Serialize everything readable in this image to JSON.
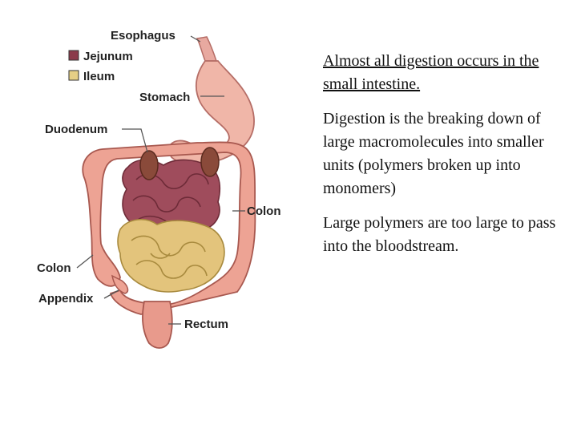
{
  "diagram": {
    "labels": {
      "esophagus": "Esophagus",
      "stomach": "Stomach",
      "duodenum": "Duodenum",
      "colon_right": "Colon",
      "colon_left": "Colon",
      "appendix": "Appendix",
      "rectum": "Rectum"
    },
    "legend": [
      {
        "label": "Jejunum",
        "color": "#8b3a4a"
      },
      {
        "label": "Ileum",
        "color": "#e6cf86"
      }
    ]
  },
  "text": {
    "headline": "Almost all digestion occurs in the small intestine.",
    "para1": "Digestion is the breaking down of large macromolecules into smaller units (polymers broken up into monomers)",
    "para2": "Large polymers are too large to pass into the bloodstream."
  }
}
